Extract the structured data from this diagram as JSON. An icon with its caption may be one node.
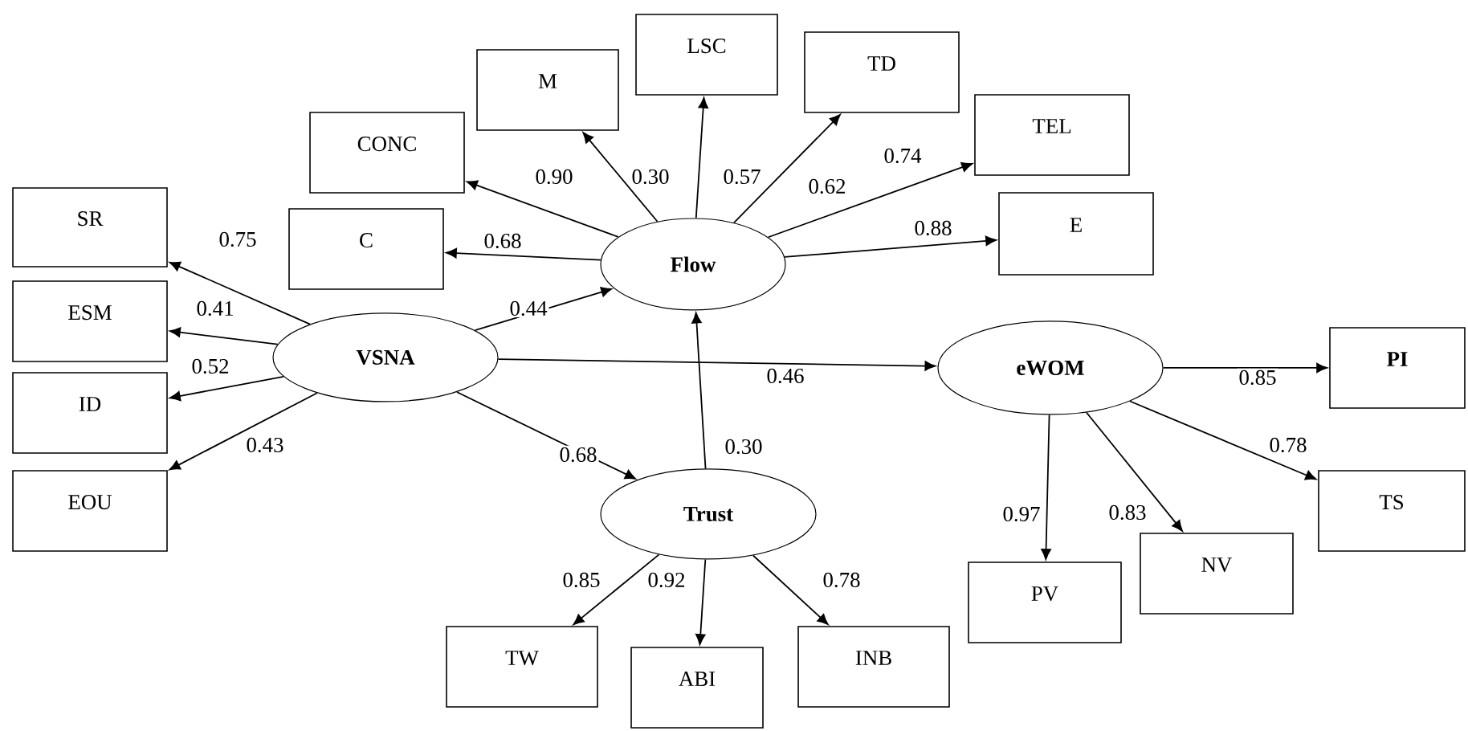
{
  "diagram": {
    "nodes": [
      {
        "text": [
          "LSC"
        ]
      },
      {
        "text": [
          "M"
        ]
      },
      {
        "text": [
          "TD"
        ]
      },
      {
        "text": [
          "CONC"
        ]
      },
      {
        "text": [
          "TEL"
        ]
      },
      {
        "text": [
          "SR"
        ]
      },
      {
        "text": [
          "C"
        ]
      },
      {
        "text": [
          "E"
        ]
      },
      {
        "text": [
          "Flow"
        ]
      },
      {
        "text": [
          "ESM"
        ]
      },
      {
        "text": [
          "VSNA"
        ]
      },
      {
        "text": [
          "eWOM"
        ]
      },
      {
        "text": [
          "PI"
        ]
      },
      {
        "text": [
          "ID"
        ]
      },
      {
        "text": [
          "EOU"
        ]
      },
      {
        "text": [
          "Trust"
        ]
      },
      {
        "text": [
          "TS"
        ]
      },
      {
        "text": [
          "NV"
        ]
      },
      {
        "text": [
          "PV"
        ]
      },
      {
        "text": [
          "TW"
        ]
      },
      {
        "text": [
          "ABI"
        ]
      },
      {
        "text": [
          "INB"
        ]
      }
    ],
    "edges": [
      {
        "from": 8,
        "to": 6,
        "arrow": "to",
        "label": "0.68"
      },
      {
        "from": 8,
        "to": 3,
        "arrow": "to",
        "label": "0.90"
      },
      {
        "from": 8,
        "to": 1,
        "arrow": "to",
        "label": "0.30"
      },
      {
        "from": 8,
        "to": 0,
        "arrow": "to",
        "label": "0.57"
      },
      {
        "from": 8,
        "to": 2,
        "arrow": "to",
        "label": "0.62"
      },
      {
        "from": 8,
        "to": 4,
        "arrow": "to",
        "label": "0.74"
      },
      {
        "from": 8,
        "to": 7,
        "arrow": "to",
        "label": "0.88"
      },
      {
        "from": 10,
        "to": 5,
        "arrow": "to",
        "label": "0.75"
      },
      {
        "from": 10,
        "to": 9,
        "arrow": "to",
        "label": "0.41"
      },
      {
        "from": 10,
        "to": 13,
        "arrow": "to",
        "label": "0.52"
      },
      {
        "from": 10,
        "to": 14,
        "arrow": "to",
        "label": "0.43"
      },
      {
        "from": 10,
        "to": 8,
        "arrow": "to",
        "label": "0.44"
      },
      {
        "from": 10,
        "to": 11,
        "arrow": "to",
        "label": "0.46"
      },
      {
        "from": 10,
        "to": 15,
        "arrow": "to",
        "label": "0.68"
      },
      {
        "from": 15,
        "to": 8,
        "arrow": "to",
        "label": "0.30"
      },
      {
        "from": 11,
        "to": 12,
        "arrow": "to",
        "label": "0.85"
      },
      {
        "from": 11,
        "to": 16,
        "arrow": "to",
        "label": "0.78"
      },
      {
        "from": 11,
        "to": 17,
        "arrow": "to",
        "label": "0.83"
      },
      {
        "from": 11,
        "to": 18,
        "arrow": "to",
        "label": "0.97"
      },
      {
        "from": 15,
        "to": 19,
        "arrow": "to",
        "label": "0.85"
      },
      {
        "from": 15,
        "to": 20,
        "arrow": "to",
        "label": "0.92"
      },
      {
        "from": 15,
        "to": 21,
        "arrow": "to",
        "label": "0.78"
      }
    ]
  }
}
